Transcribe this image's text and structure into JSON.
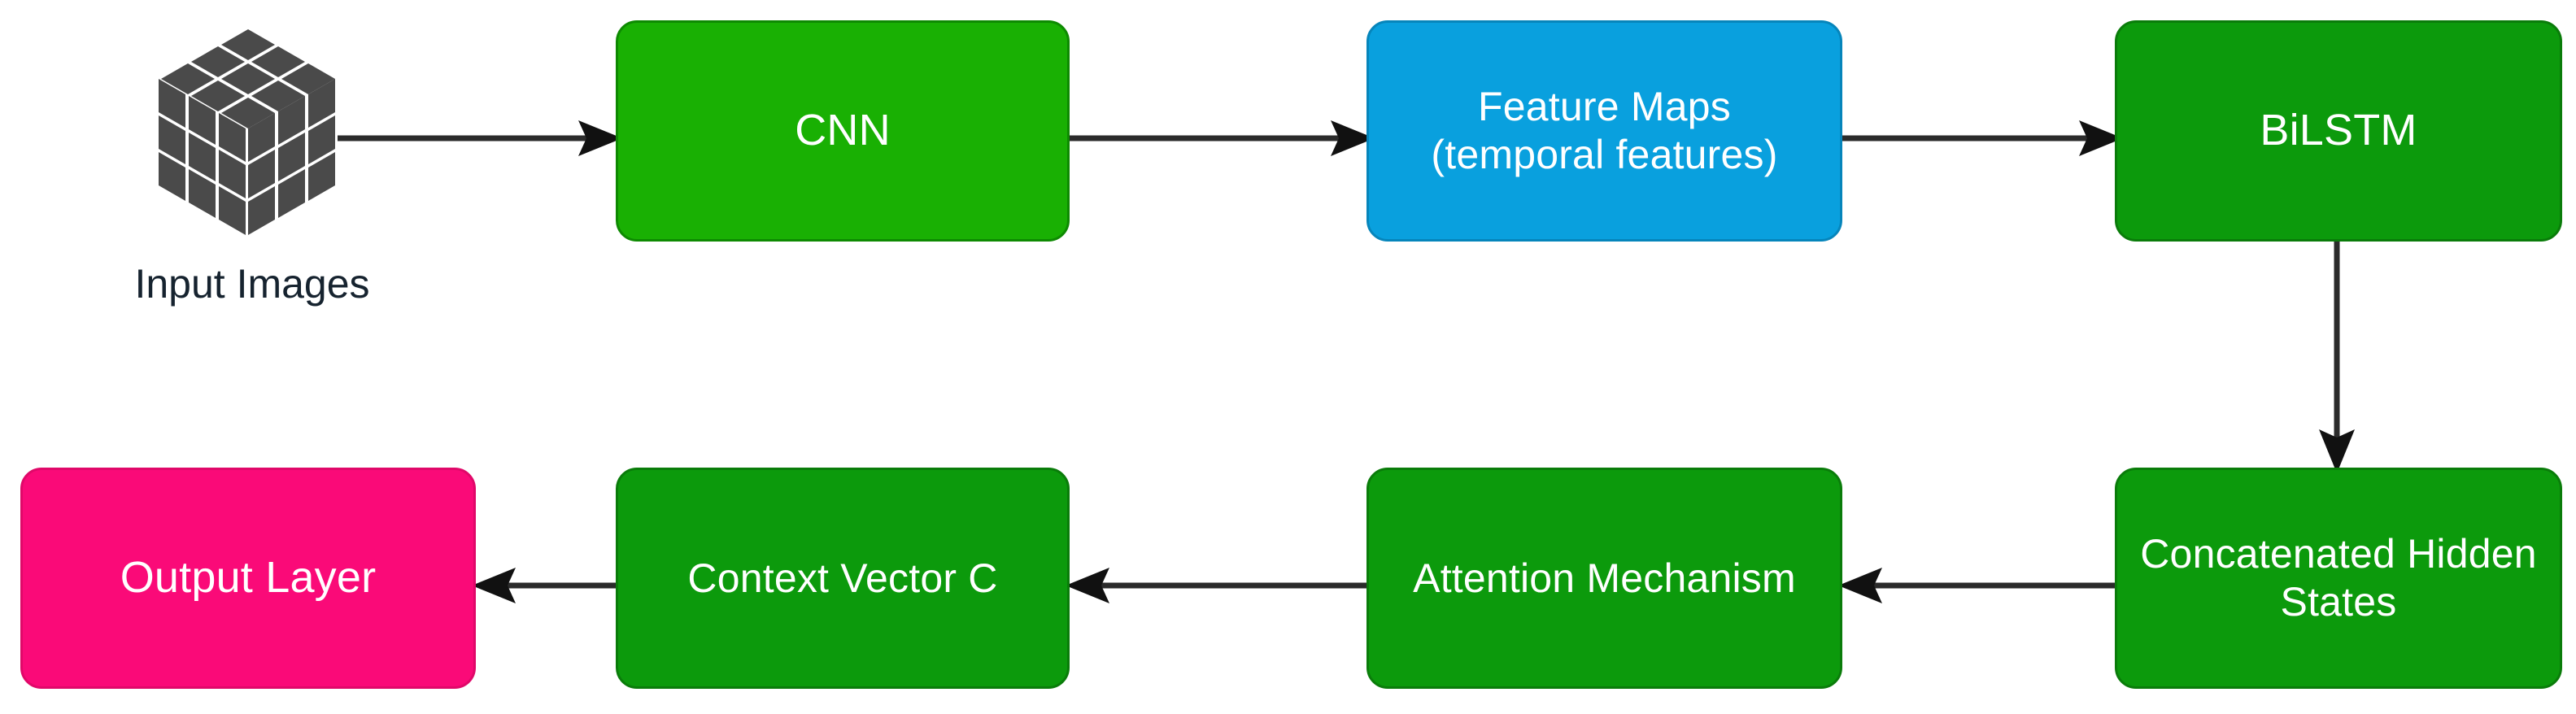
{
  "diagram": {
    "title": "CNN-BiLSTM-Attention architecture flowchart",
    "background_color": "#FFFFFF",
    "arrow_color": "#2B2B2B",
    "nodes": [
      {
        "id": "input-images",
        "label": "Input Images",
        "icon": "cube-icon",
        "icon_color": "#4A4A4A",
        "text_color": "#16232F",
        "shape": "icon-with-caption"
      },
      {
        "id": "cnn",
        "label": "CNN",
        "fill_color": "#19B003",
        "text_color": "#FFFFFF",
        "shape": "rounded-rect"
      },
      {
        "id": "feature-maps",
        "label": "Feature Maps\n(temporal features)",
        "line1": "Feature Maps",
        "line2": "(temporal features)",
        "fill_color": "#09A0DE",
        "text_color": "#FFFFFF",
        "shape": "rounded-rect"
      },
      {
        "id": "bilstm",
        "label": "BiLSTM",
        "fill_color": "#0C9A0C",
        "text_color": "#FFFFFF",
        "shape": "rounded-rect"
      },
      {
        "id": "concatenated-hidden-states",
        "label": "Concatenated Hidden States",
        "line1": "Concatenated Hidden",
        "line2": "States",
        "fill_color": "#0C9A0C",
        "text_color": "#FFFFFF",
        "shape": "rounded-rect"
      },
      {
        "id": "attention-mechanism",
        "label": "Attention Mechanism",
        "fill_color": "#0C9A0C",
        "text_color": "#FFFFFF",
        "shape": "rounded-rect"
      },
      {
        "id": "context-vector",
        "label": "Context Vector C",
        "fill_color": "#0C9A0C",
        "text_color": "#FFFFFF",
        "shape": "rounded-rect"
      },
      {
        "id": "output-layer",
        "label": "Output Layer",
        "fill_color": "#FA0A78",
        "text_color": "#FFFFFF",
        "shape": "rounded-rect"
      }
    ],
    "edges": [
      {
        "from": "input-images",
        "to": "cnn",
        "direction": "right"
      },
      {
        "from": "cnn",
        "to": "feature-maps",
        "direction": "right"
      },
      {
        "from": "feature-maps",
        "to": "bilstm",
        "direction": "right"
      },
      {
        "from": "bilstm",
        "to": "concatenated-hidden-states",
        "direction": "down"
      },
      {
        "from": "concatenated-hidden-states",
        "to": "attention-mechanism",
        "direction": "left"
      },
      {
        "from": "attention-mechanism",
        "to": "context-vector",
        "direction": "left"
      },
      {
        "from": "context-vector",
        "to": "output-layer",
        "direction": "left"
      }
    ]
  }
}
